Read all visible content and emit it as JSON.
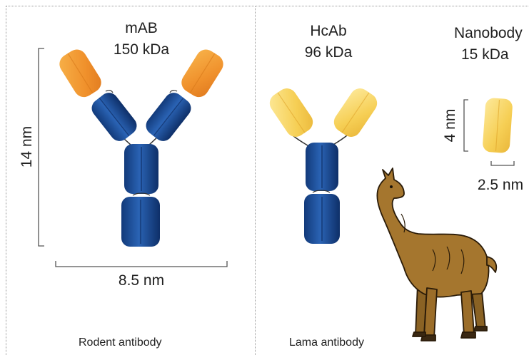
{
  "mab": {
    "name": "mAB",
    "mass": "150 kDa",
    "height": "14 nm",
    "width": "8.5 nm",
    "caption": "Rodent antibody"
  },
  "hcab": {
    "name": "HcAb",
    "mass": "96 kDa",
    "caption": "Lama antibody"
  },
  "nanobody": {
    "name": "Nanobody",
    "mass": "15 kDa",
    "height": "4 nm",
    "width": "2.5 nm"
  },
  "colors": {
    "heavy_chain": "#1d4f98",
    "mab_variable": "#f29a2e",
    "hcab_variable": "#f6cf55",
    "llama": "#a5762e"
  },
  "icons": [
    "llama-illustration"
  ]
}
